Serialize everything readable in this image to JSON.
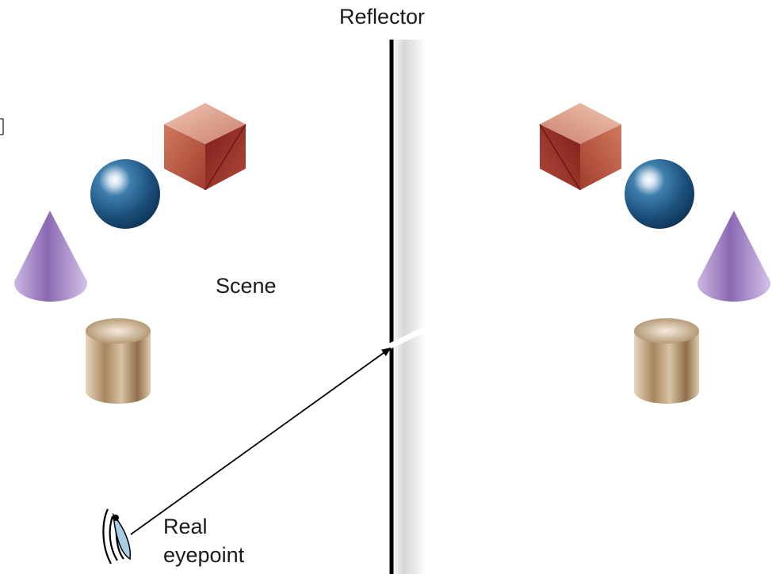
{
  "labels": {
    "reflector": "Reflector",
    "scene": "Scene",
    "eyepoint_line1": "Real",
    "eyepoint_line2": "eyepoint"
  },
  "colors": {
    "cube": "#b04a3a",
    "sphere": "#1d5580",
    "cone": "#8a68b0",
    "cylinder": "#b39470",
    "reflector_edge": "#000000"
  },
  "objects": [
    "cube",
    "sphere",
    "cone",
    "cylinder"
  ],
  "icons": [
    "eye-icon",
    "arrow-icon"
  ]
}
